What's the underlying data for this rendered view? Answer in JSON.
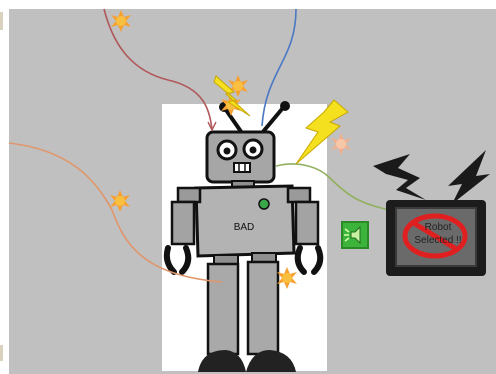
{
  "canvas": {
    "background": "#c0c0c0"
  },
  "robot": {
    "status_label": "BAD",
    "icon": "robot-icon"
  },
  "tv_monitor": {
    "message_line1": "Robot",
    "message_line2": "Selected !!",
    "overlay_icon": "prohibited-icon",
    "icon": "tv-icon"
  },
  "sound_node": {
    "icon": "speaker-icon",
    "color": "#3cb43c"
  },
  "wires": [
    {
      "name": "wire-top-red",
      "color": "#b0585a"
    },
    {
      "name": "wire-top-blue",
      "color": "#4a78c4"
    },
    {
      "name": "wire-left-orange",
      "color": "#e0966a"
    },
    {
      "name": "wire-right-green",
      "color": "#92b060"
    }
  ],
  "sparks": {
    "icon": "spark-icon",
    "color": "#f7a030"
  },
  "lightning": {
    "icon": "lightning-bolt-icon",
    "color": "#f5e020"
  }
}
